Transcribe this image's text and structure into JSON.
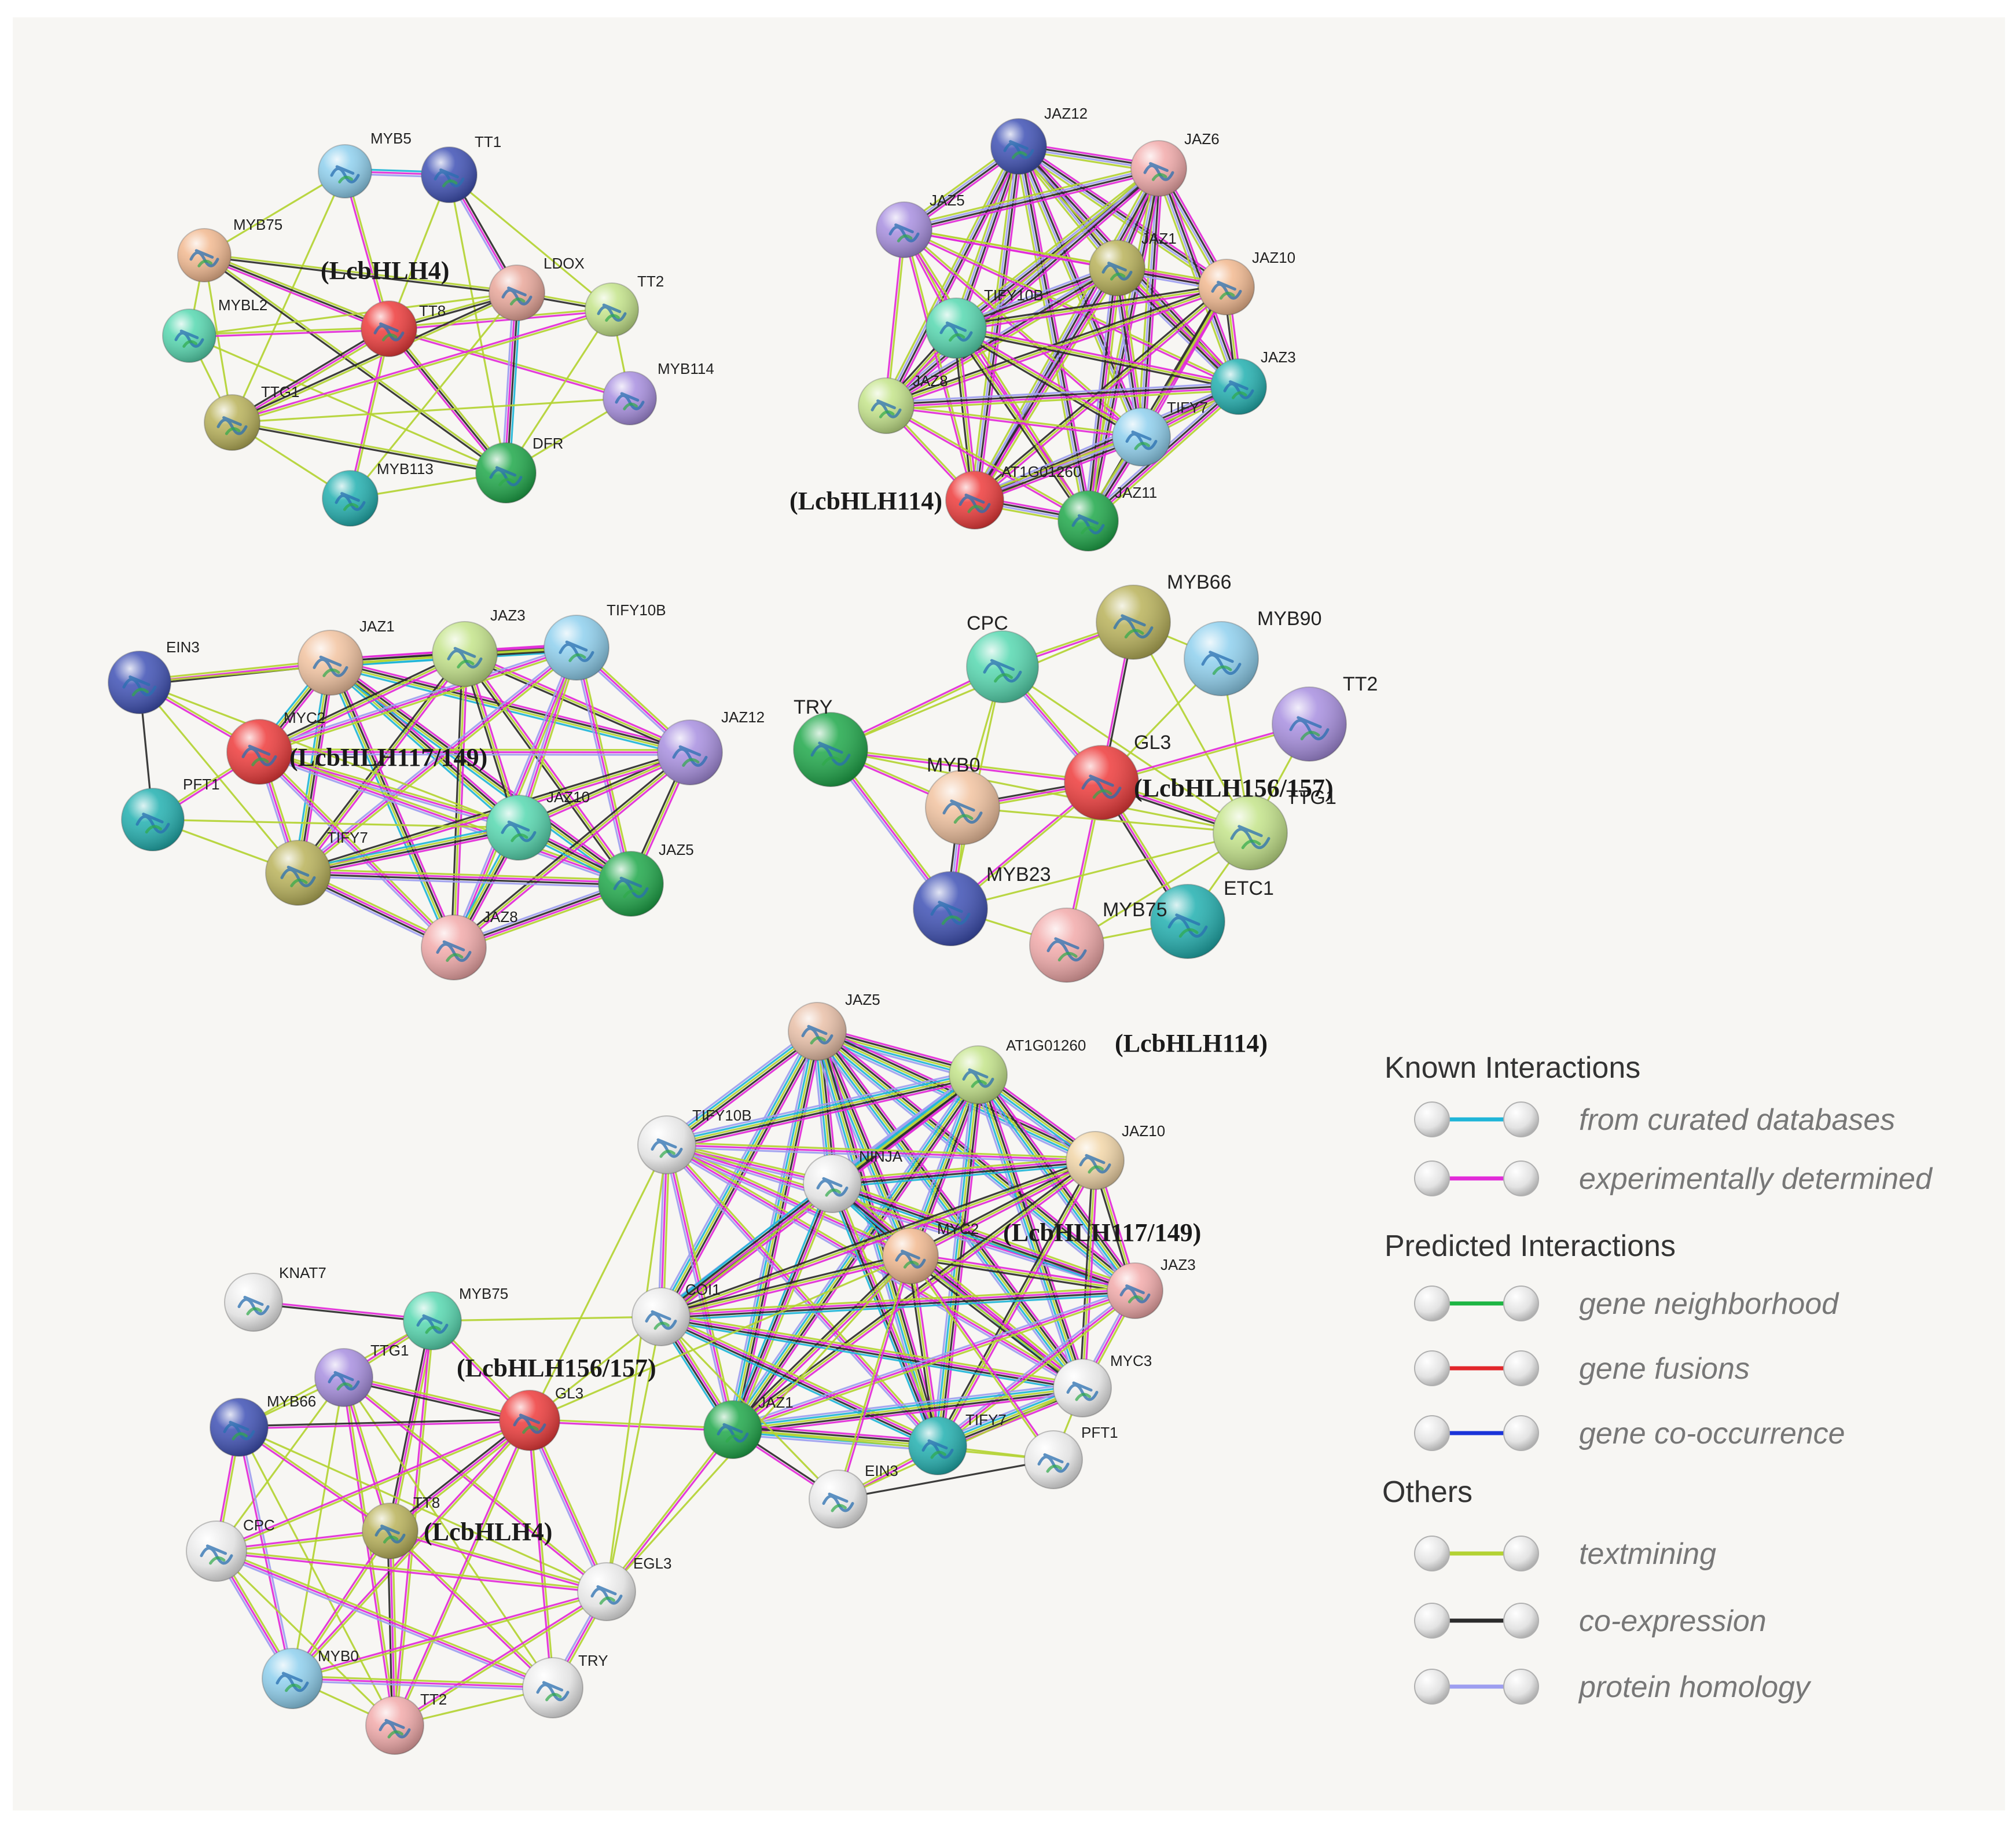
{
  "colors": {
    "curated": "#1fb5d8",
    "experimental": "#e22ad8",
    "neighborhood": "#1db543",
    "fusion": "#e2262a",
    "cooccurrence": "#1a33d8",
    "textmining": "#b3d233",
    "coexpression": "#2b2b2b",
    "homology": "#9d9ef0"
  },
  "legend": {
    "sections": [
      {
        "heading": "Known Interactions",
        "items": [
          {
            "label": "from curated databases",
            "type": "curated"
          },
          {
            "label": "experimentally determined",
            "type": "experimental"
          }
        ]
      },
      {
        "heading": "Predicted Interactions",
        "items": [
          {
            "label": "gene neighborhood",
            "type": "neighborhood"
          },
          {
            "label": "gene fusions",
            "type": "fusion"
          },
          {
            "label": "gene co-occurrence",
            "type": "cooccurrence"
          }
        ]
      },
      {
        "heading": "Others",
        "items": [
          {
            "label": "textmining",
            "type": "textmining"
          },
          {
            "label": "co-expression",
            "type": "coexpression"
          },
          {
            "label": "protein homology",
            "type": "homology"
          }
        ]
      }
    ]
  },
  "networks": [
    {
      "id": "lcbhlh4",
      "nodes": [
        {
          "id": "MYB5",
          "label": "MYB5",
          "color": "#8fd0ee"
        },
        {
          "id": "TT1",
          "label": "TT1",
          "color": "#3f51b5"
        },
        {
          "id": "MYB75",
          "label": "MYB75",
          "color": "#f2b990"
        },
        {
          "id": "LDOX",
          "label": "LDOX",
          "color": "#e9a79a"
        },
        {
          "id": "TT2",
          "label": "TT2",
          "color": "#c4e48a"
        },
        {
          "id": "TT8",
          "label": "TT8",
          "color": "#ee3b3b"
        },
        {
          "id": "MYBL2",
          "label": "MYBL2",
          "color": "#56d8b0"
        },
        {
          "id": "MYB114",
          "label": "MYB114",
          "color": "#a88fe0"
        },
        {
          "id": "TTG1",
          "label": "TTG1",
          "color": "#b9b25a"
        },
        {
          "id": "DFR",
          "label": "DFR",
          "color": "#1fa84a"
        },
        {
          "id": "MYB113",
          "label": "MYB113",
          "color": "#22b0b0"
        }
      ],
      "annotations": [
        {
          "node": "TT8",
          "text": "(LcbHLH4)"
        }
      ]
    },
    {
      "id": "lcbhlh114",
      "nodes": [
        {
          "id": "JAZ12",
          "label": "JAZ12",
          "color": "#3f51b5"
        },
        {
          "id": "JAZ6",
          "label": "JAZ6",
          "color": "#f2aaaa"
        },
        {
          "id": "JAZ5",
          "label": "JAZ5",
          "color": "#a88fe0"
        },
        {
          "id": "JAZ1",
          "label": "JAZ1",
          "color": "#b9b25a"
        },
        {
          "id": "JAZ10",
          "label": "JAZ10",
          "color": "#f2b990"
        },
        {
          "id": "TIFY10B",
          "label": "TIFY10B",
          "color": "#56d8b0"
        },
        {
          "id": "JAZ3",
          "label": "JAZ3",
          "color": "#22b0b0"
        },
        {
          "id": "JAZ8",
          "label": "JAZ8",
          "color": "#c4e48a"
        },
        {
          "id": "TIFY7",
          "label": "TIFY7",
          "color": "#8fd0ee"
        },
        {
          "id": "AT1G01260",
          "label": "AT1G01260",
          "color": "#ee3b3b"
        },
        {
          "id": "JAZ11",
          "label": "JAZ11",
          "color": "#1fa84a"
        }
      ],
      "annotations": [
        {
          "node": "AT1G01260",
          "text": "(LcbHLH114)"
        }
      ]
    },
    {
      "id": "lcbhlh117",
      "nodes": [
        {
          "id": "EIN3",
          "label": "EIN3",
          "color": "#3f51b5"
        },
        {
          "id": "JAZ1",
          "label": "JAZ1",
          "color": "#f2c3a0"
        },
        {
          "id": "JAZ3",
          "label": "JAZ3",
          "color": "#c4e48a"
        },
        {
          "id": "TIFY10B",
          "label": "TIFY10B",
          "color": "#8fd0ee"
        },
        {
          "id": "MYC2",
          "label": "MYC2",
          "color": "#ee3b3b"
        },
        {
          "id": "JAZ12",
          "label": "JAZ12",
          "color": "#a88fe0"
        },
        {
          "id": "PFT1",
          "label": "PFT1",
          "color": "#22b0b0"
        },
        {
          "id": "JAZ10",
          "label": "JAZ10",
          "color": "#56d8b0"
        },
        {
          "id": "TIFY7",
          "label": "TIFY7",
          "color": "#b9b25a"
        },
        {
          "id": "JAZ5",
          "label": "JAZ5",
          "color": "#1fa84a"
        },
        {
          "id": "JAZ8",
          "label": "JAZ8",
          "color": "#f2aaaa"
        }
      ],
      "annotations": [
        {
          "node": "MYC2",
          "text": "(LcbHLH117/149)"
        }
      ]
    },
    {
      "id": "lcbhlh156",
      "nodes": [
        {
          "id": "MYB66",
          "label": "MYB66",
          "color": "#b9b25a"
        },
        {
          "id": "CPC",
          "label": "CPC",
          "color": "#56d8b0"
        },
        {
          "id": "MYB90",
          "label": "MYB90",
          "color": "#8fd0ee"
        },
        {
          "id": "TT2",
          "label": "TT2",
          "color": "#a88fe0"
        },
        {
          "id": "TRY",
          "label": "TRY",
          "color": "#1fa84a"
        },
        {
          "id": "GL3",
          "label": "GL3",
          "color": "#ee3b3b"
        },
        {
          "id": "MYB0",
          "label": "MYB0",
          "color": "#f2c3a0"
        },
        {
          "id": "TTG1",
          "label": "TTG1",
          "color": "#c4e48a"
        },
        {
          "id": "MYB23",
          "label": "MYB23",
          "color": "#3f51b5"
        },
        {
          "id": "ETC1",
          "label": "ETC1",
          "color": "#22b0b0"
        },
        {
          "id": "MYB75",
          "label": "MYB75",
          "color": "#f2aaaa"
        }
      ],
      "annotations": [
        {
          "node": "GL3",
          "text": "(LcbHLH156/157)"
        }
      ]
    },
    {
      "id": "combined",
      "nodes": [
        {
          "id": "JAZ5",
          "label": "JAZ5",
          "color": "#e9c0a8"
        },
        {
          "id": "AT1G01260",
          "label": "AT1G01260",
          "color": "#c4e48a"
        },
        {
          "id": "TIFY10B",
          "label": "TIFY10B",
          "color": "#e8e8e8"
        },
        {
          "id": "NINJA",
          "label": "NINJA",
          "color": "#e8e8e8"
        },
        {
          "id": "JAZ10",
          "label": "JAZ10",
          "color": "#f2d6a8"
        },
        {
          "id": "MYC2",
          "label": "MYC2",
          "color": "#f2b990"
        },
        {
          "id": "KNAT7",
          "label": "KNAT7",
          "color": "#e8e8e8"
        },
        {
          "id": "MYB75",
          "label": "MYB75",
          "color": "#56d8b0"
        },
        {
          "id": "COI1",
          "label": "COI1",
          "color": "#e8e8e8"
        },
        {
          "id": "JAZ3",
          "label": "JAZ3",
          "color": "#f2aaaa"
        },
        {
          "id": "TTG1",
          "label": "TTG1",
          "color": "#a88fe0"
        },
        {
          "id": "MYC3",
          "label": "MYC3",
          "color": "#e8e8e8"
        },
        {
          "id": "MYB66",
          "label": "MYB66",
          "color": "#3f51b5"
        },
        {
          "id": "GL3",
          "label": "GL3",
          "color": "#ee3b3b"
        },
        {
          "id": "JAZ1",
          "label": "JAZ1",
          "color": "#1fa84a"
        },
        {
          "id": "TIFY7",
          "label": "TIFY7",
          "color": "#22b0b0"
        },
        {
          "id": "PFT1",
          "label": "PFT1",
          "color": "#e8e8e8"
        },
        {
          "id": "EIN3",
          "label": "EIN3",
          "color": "#e8e8e8"
        },
        {
          "id": "TT8",
          "label": "TT8",
          "color": "#b9b25a"
        },
        {
          "id": "CPC",
          "label": "CPC",
          "color": "#e8e8e8"
        },
        {
          "id": "EGL3",
          "label": "EGL3",
          "color": "#e8e8e8"
        },
        {
          "id": "MYB0",
          "label": "MYB0",
          "color": "#8fd0ee"
        },
        {
          "id": "TRY",
          "label": "TRY",
          "color": "#e8e8e8"
        },
        {
          "id": "TT2",
          "label": "TT2",
          "color": "#f2aaaa"
        }
      ],
      "annotations": [
        {
          "node": "AT1G01260",
          "text": "(LcbHLH114)"
        },
        {
          "node": "MYC2",
          "text": "(LcbHLH117/149)"
        },
        {
          "node": "GL3",
          "text": "(LcbHLH156/157)"
        },
        {
          "node": "TT8",
          "text": "(LcbHLH4)"
        }
      ]
    }
  ]
}
